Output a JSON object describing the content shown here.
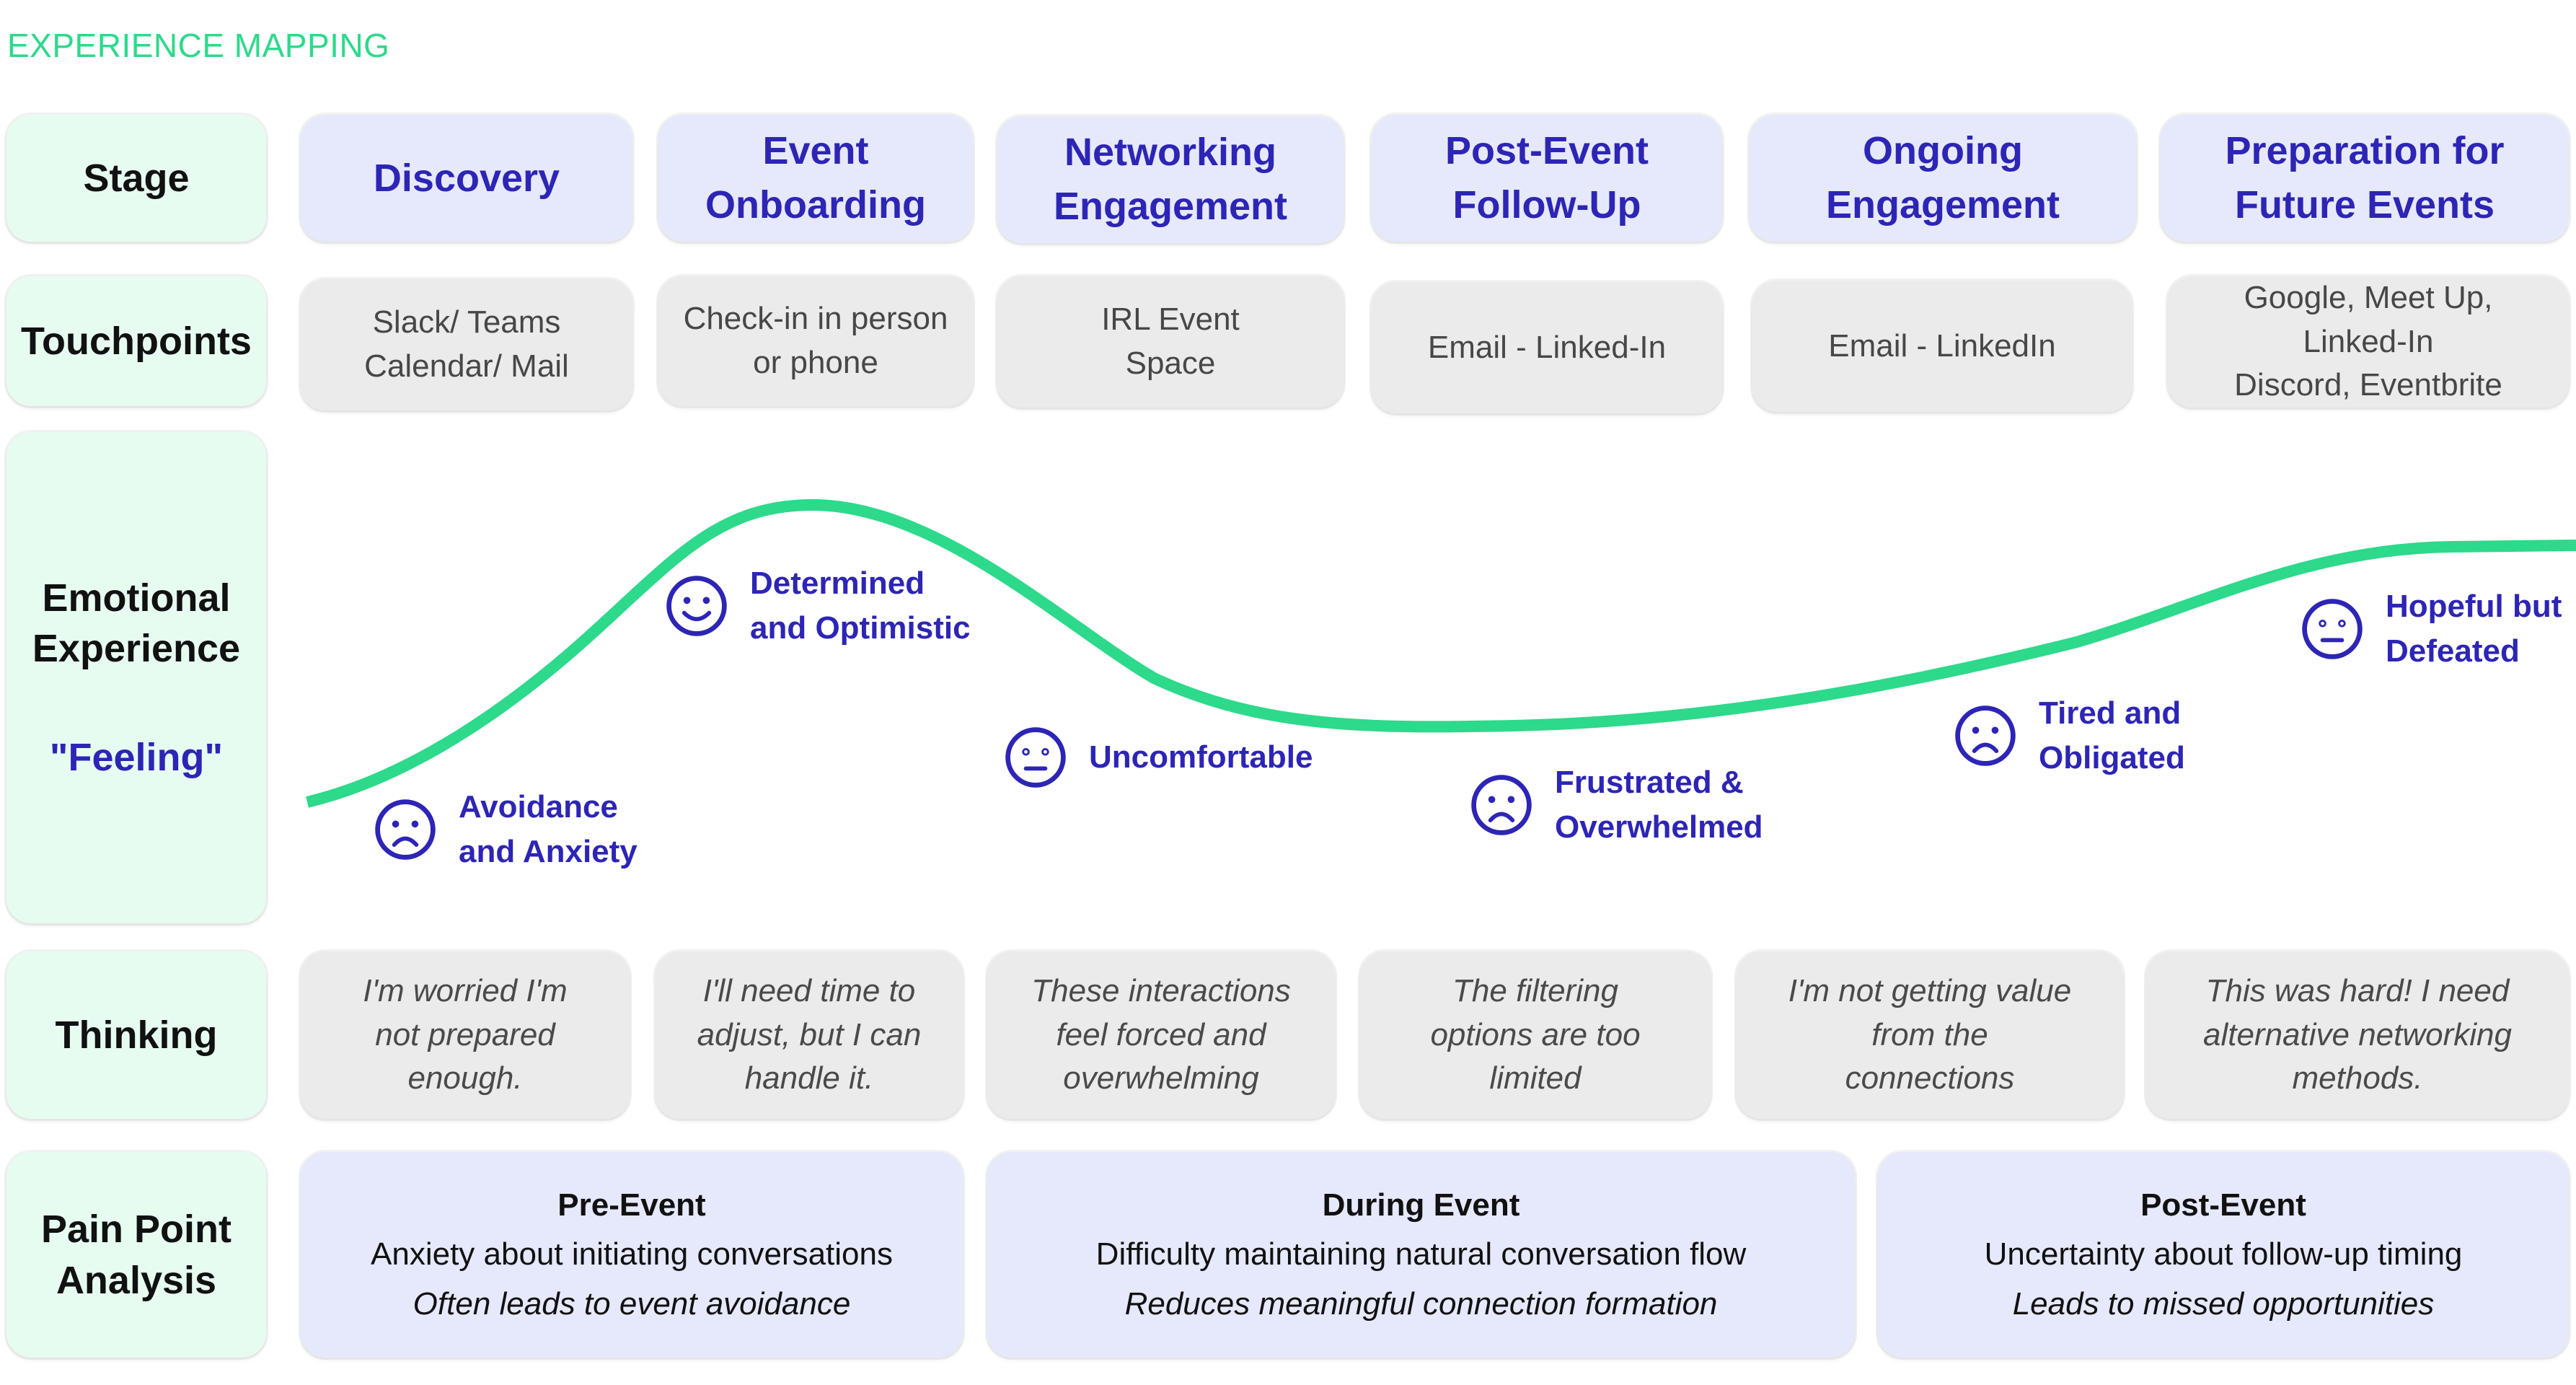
{
  "title": "EXPERIENCE MAPPING",
  "colors": {
    "accent_green": "#2dd98a",
    "stage_text": "#2d25b5",
    "label_bg": "#e7fcf1",
    "stage_bg": "#e6e9fc",
    "neutral_bg": "#ebebeb"
  },
  "row_labels": {
    "stage": "Stage",
    "touchpoints": "Touchpoints",
    "emotional_line1": "Emotional",
    "emotional_line2": "Experience",
    "feeling": "\"Feeling\"",
    "thinking": "Thinking",
    "pain_line1": "Pain Point",
    "pain_line2": "Analysis"
  },
  "stages": [
    {
      "line1": "Discovery",
      "line2": ""
    },
    {
      "line1": "Event",
      "line2": "Onboarding"
    },
    {
      "line1": "Networking",
      "line2": "Engagement"
    },
    {
      "line1": "Post-Event",
      "line2": "Follow-Up"
    },
    {
      "line1": "Ongoing",
      "line2": "Engagement"
    },
    {
      "line1": "Preparation for",
      "line2": "Future Events"
    }
  ],
  "touchpoints": [
    {
      "lines": [
        "Slack/ Teams",
        "Calendar/ Mail"
      ]
    },
    {
      "lines": [
        "Check-in in person",
        "or phone"
      ]
    },
    {
      "lines": [
        "IRL Event",
        "Space"
      ]
    },
    {
      "lines": [
        "Email - Linked-In"
      ]
    },
    {
      "lines": [
        "Email - LinkedIn"
      ]
    },
    {
      "lines": [
        "Google, Meet Up,",
        "Linked-In",
        "Discord, Eventbrite"
      ]
    }
  ],
  "emotions": [
    {
      "icon": "sad-face-icon",
      "text": "Avoidance\nand Anxiety",
      "mood": "sad"
    },
    {
      "icon": "happy-face-icon",
      "text": "Determined\nand Optimistic",
      "mood": "happy"
    },
    {
      "icon": "neutral-face-icon",
      "text": "Uncomfortable",
      "mood": "neutral"
    },
    {
      "icon": "sad-face-icon",
      "text": "Frustrated &\nOverwhelmed",
      "mood": "sad"
    },
    {
      "icon": "sad-face-icon",
      "text": "Tired and\nObligated",
      "mood": "sad"
    },
    {
      "icon": "neutral-face-icon",
      "text": "Hopeful but\nDefeated",
      "mood": "neutral"
    }
  ],
  "thinking": [
    {
      "lines": [
        "I'm worried I'm",
        "not prepared",
        "enough."
      ]
    },
    {
      "lines": [
        "I'll need time to",
        "adjust, but I can",
        "handle it."
      ]
    },
    {
      "lines": [
        "These interactions",
        "feel forced and",
        "overwhelming"
      ]
    },
    {
      "lines": [
        "The filtering",
        "options are too",
        "limited"
      ]
    },
    {
      "lines": [
        "I'm not getting value",
        "from the",
        "connections"
      ]
    },
    {
      "lines": [
        "This was hard! I need",
        "alternative networking",
        "methods."
      ]
    }
  ],
  "pain_points": [
    {
      "heading": "Pre-Event",
      "issue": "Anxiety about initiating conversations",
      "impact": "Often leads to event avoidance"
    },
    {
      "heading": "During Event",
      "issue": "Difficulty maintaining natural conversation flow",
      "impact": "Reduces meaningful connection formation"
    },
    {
      "heading": "Post-Event",
      "issue": "Uncertainty about follow-up timing",
      "impact": "Leads to missed opportunities"
    }
  ]
}
